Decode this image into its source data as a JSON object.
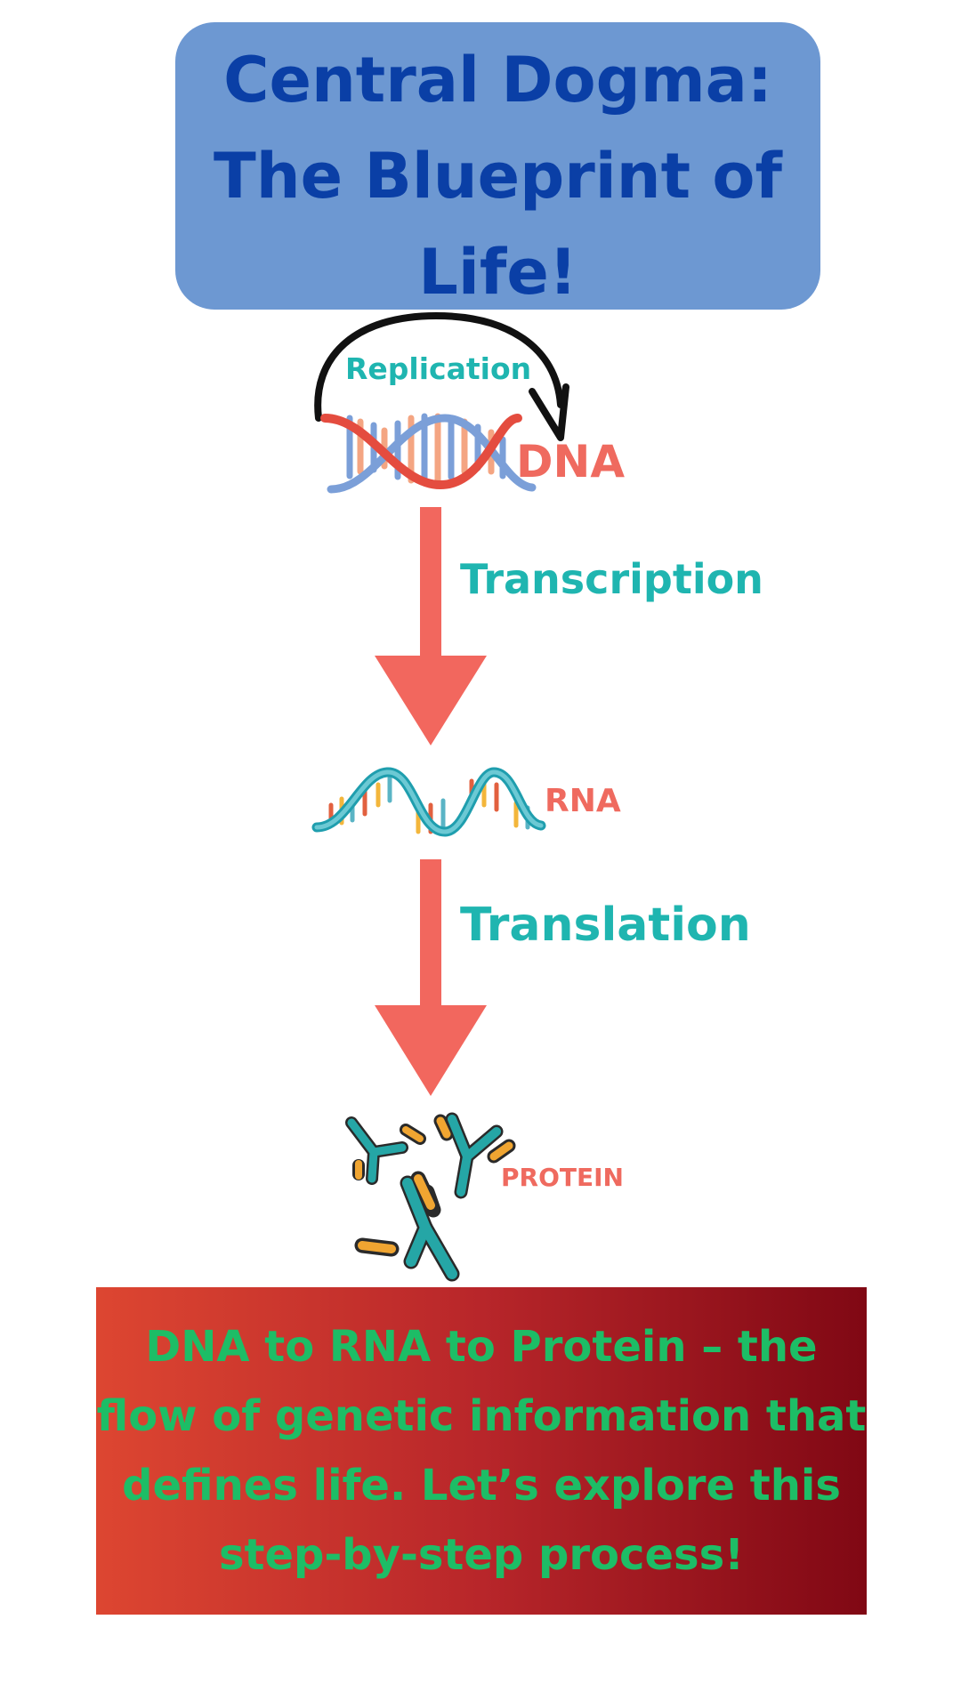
{
  "title": "Central Dogma: The Blueprint of Life!",
  "labels": {
    "replication": "Replication",
    "dna": "DNA",
    "transcription": "Transcription",
    "rna": "RNA",
    "translation": "Translation",
    "protein": "PROTEIN"
  },
  "footer": "DNA to RNA to Protein – the flow of genetic information that defines life. Let’s explore this step-by-step process!",
  "colors": {
    "title_box": "#6d98d2",
    "title_text": "#0a3fa6",
    "process_label": "#1fb5b0",
    "molecule_label": "#ef6a5f",
    "arrow": "#f2675e",
    "footer_text": "#1dbd66",
    "footer_gradient": [
      "#dd4631",
      "#800814"
    ]
  },
  "icons": [
    "replication-arc-arrow-icon",
    "dna-helix-icon",
    "rna-strand-icon",
    "protein-antibody-icon",
    "down-arrow-icon"
  ]
}
